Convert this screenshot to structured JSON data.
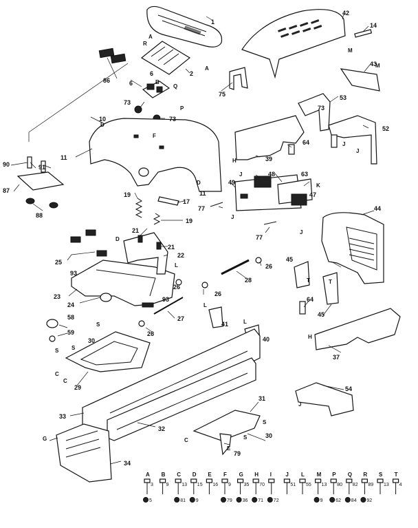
{
  "callouts": [
    {
      "id": "c1",
      "text": "1"
    },
    {
      "id": "c2",
      "text": "2"
    },
    {
      "id": "c6a",
      "text": "6"
    },
    {
      "id": "c6b",
      "text": "6"
    },
    {
      "id": "c10",
      "text": "10"
    },
    {
      "id": "c11a",
      "text": "11"
    },
    {
      "id": "c11b",
      "text": "11"
    },
    {
      "id": "c14",
      "text": "14"
    },
    {
      "id": "c17",
      "text": "17"
    },
    {
      "id": "c19a",
      "text": "19"
    },
    {
      "id": "c19b",
      "text": "19"
    },
    {
      "id": "c21a",
      "text": "21"
    },
    {
      "id": "c21b",
      "text": "21"
    },
    {
      "id": "c22",
      "text": "22"
    },
    {
      "id": "c23",
      "text": "23"
    },
    {
      "id": "c24",
      "text": "24"
    },
    {
      "id": "c25",
      "text": "25"
    },
    {
      "id": "c26a",
      "text": "26"
    },
    {
      "id": "c26b",
      "text": "26"
    },
    {
      "id": "c26c",
      "text": "26"
    },
    {
      "id": "c26d",
      "text": "26"
    },
    {
      "id": "c27",
      "text": "27"
    },
    {
      "id": "c28",
      "text": "28"
    },
    {
      "id": "c29",
      "text": "29"
    },
    {
      "id": "c30a",
      "text": "30"
    },
    {
      "id": "c30b",
      "text": "30"
    },
    {
      "id": "c31",
      "text": "31"
    },
    {
      "id": "c32",
      "text": "32"
    },
    {
      "id": "c33",
      "text": "33"
    },
    {
      "id": "c34",
      "text": "34"
    },
    {
      "id": "c37",
      "text": "37"
    },
    {
      "id": "c39",
      "text": "39"
    },
    {
      "id": "c40",
      "text": "40"
    },
    {
      "id": "c41",
      "text": "41"
    },
    {
      "id": "c42",
      "text": "42"
    },
    {
      "id": "c43",
      "text": "43"
    },
    {
      "id": "c44",
      "text": "44"
    },
    {
      "id": "c45a",
      "text": "45"
    },
    {
      "id": "c45b",
      "text": "45"
    },
    {
      "id": "c47",
      "text": "47"
    },
    {
      "id": "c48",
      "text": "48"
    },
    {
      "id": "c49",
      "text": "49"
    },
    {
      "id": "c52",
      "text": "52"
    },
    {
      "id": "c53",
      "text": "53"
    },
    {
      "id": "c54",
      "text": "54"
    },
    {
      "id": "c58",
      "text": "58"
    },
    {
      "id": "c59",
      "text": "59"
    },
    {
      "id": "c63",
      "text": "63"
    },
    {
      "id": "c64a",
      "text": "64"
    },
    {
      "id": "c64b",
      "text": "64"
    },
    {
      "id": "c73a",
      "text": "73"
    },
    {
      "id": "c73b",
      "text": "73"
    },
    {
      "id": "c73c",
      "text": "73"
    },
    {
      "id": "c75",
      "text": "75"
    },
    {
      "id": "c77a",
      "text": "77"
    },
    {
      "id": "c77b",
      "text": "77"
    },
    {
      "id": "c79",
      "text": "79"
    },
    {
      "id": "c86",
      "text": "86"
    },
    {
      "id": "c87",
      "text": "87"
    },
    {
      "id": "c88",
      "text": "88"
    },
    {
      "id": "c90",
      "text": "90"
    },
    {
      "id": "c91",
      "text": "91"
    },
    {
      "id": "c93a",
      "text": "93"
    },
    {
      "id": "c93b",
      "text": "93"
    }
  ],
  "letters": [
    {
      "id": "lA1",
      "text": "A"
    },
    {
      "id": "lA2",
      "text": "A"
    },
    {
      "id": "lR",
      "text": "R"
    },
    {
      "id": "lB",
      "text": "B"
    },
    {
      "id": "lQ",
      "text": "Q"
    },
    {
      "id": "lP",
      "text": "P"
    },
    {
      "id": "lD1",
      "text": "D"
    },
    {
      "id": "lD2",
      "text": "D"
    },
    {
      "id": "lD3",
      "text": "D"
    },
    {
      "id": "lF",
      "text": "F"
    },
    {
      "id": "lG",
      "text": "G"
    },
    {
      "id": "lH1",
      "text": "H"
    },
    {
      "id": "lH2",
      "text": "H"
    },
    {
      "id": "lJ1",
      "text": "J"
    },
    {
      "id": "lJ2",
      "text": "J"
    },
    {
      "id": "lJ3",
      "text": "J"
    },
    {
      "id": "lJ4",
      "text": "J"
    },
    {
      "id": "lJ5",
      "text": "J"
    },
    {
      "id": "lJ6",
      "text": "J"
    },
    {
      "id": "lK",
      "text": "K"
    },
    {
      "id": "lL1",
      "text": "L"
    },
    {
      "id": "lL2",
      "text": "L"
    },
    {
      "id": "lL3",
      "text": "L"
    },
    {
      "id": "lM1",
      "text": "M"
    },
    {
      "id": "lM2",
      "text": "M"
    },
    {
      "id": "lS1",
      "text": "S"
    },
    {
      "id": "lS2",
      "text": "S"
    },
    {
      "id": "lS3",
      "text": "S"
    },
    {
      "id": "lS4",
      "text": "S"
    },
    {
      "id": "lS5",
      "text": "S"
    },
    {
      "id": "lC1",
      "text": "C"
    },
    {
      "id": "lC2",
      "text": "C"
    },
    {
      "id": "lC3",
      "text": "C"
    },
    {
      "id": "lE",
      "text": "E"
    },
    {
      "id": "lT1",
      "text": "T"
    },
    {
      "id": "lT2",
      "text": "T"
    }
  ],
  "hardware_key": [
    {
      "letter": "A",
      "n1": "3",
      "n2": "5"
    },
    {
      "letter": "B",
      "n1": "9",
      "n2": ""
    },
    {
      "letter": "C",
      "n1": "13",
      "n2": "81"
    },
    {
      "letter": "D",
      "n1": "15",
      "n2": "9"
    },
    {
      "letter": "E",
      "n1": "16",
      "n2": ""
    },
    {
      "letter": "F",
      "n1": "9",
      "n2": "79"
    },
    {
      "letter": "G",
      "n1": "35",
      "n2": "36"
    },
    {
      "letter": "H",
      "n1": "70",
      "n2": "71"
    },
    {
      "letter": "I",
      "n1": "",
      "n2": "72"
    },
    {
      "letter": "J",
      "n1": "51",
      "n2": ""
    },
    {
      "letter": "L",
      "n1": "55",
      "n2": ""
    },
    {
      "letter": "M",
      "n1": "13",
      "n2": "9"
    },
    {
      "letter": "P",
      "n1": "80",
      "n2": "62"
    },
    {
      "letter": "Q",
      "n1": "82",
      "n2": "84"
    },
    {
      "letter": "R",
      "n1": "89",
      "n2": "92"
    },
    {
      "letter": "S",
      "n1": "13",
      "n2": ""
    },
    {
      "letter": "T",
      "n1": "4",
      "n2": ""
    }
  ]
}
